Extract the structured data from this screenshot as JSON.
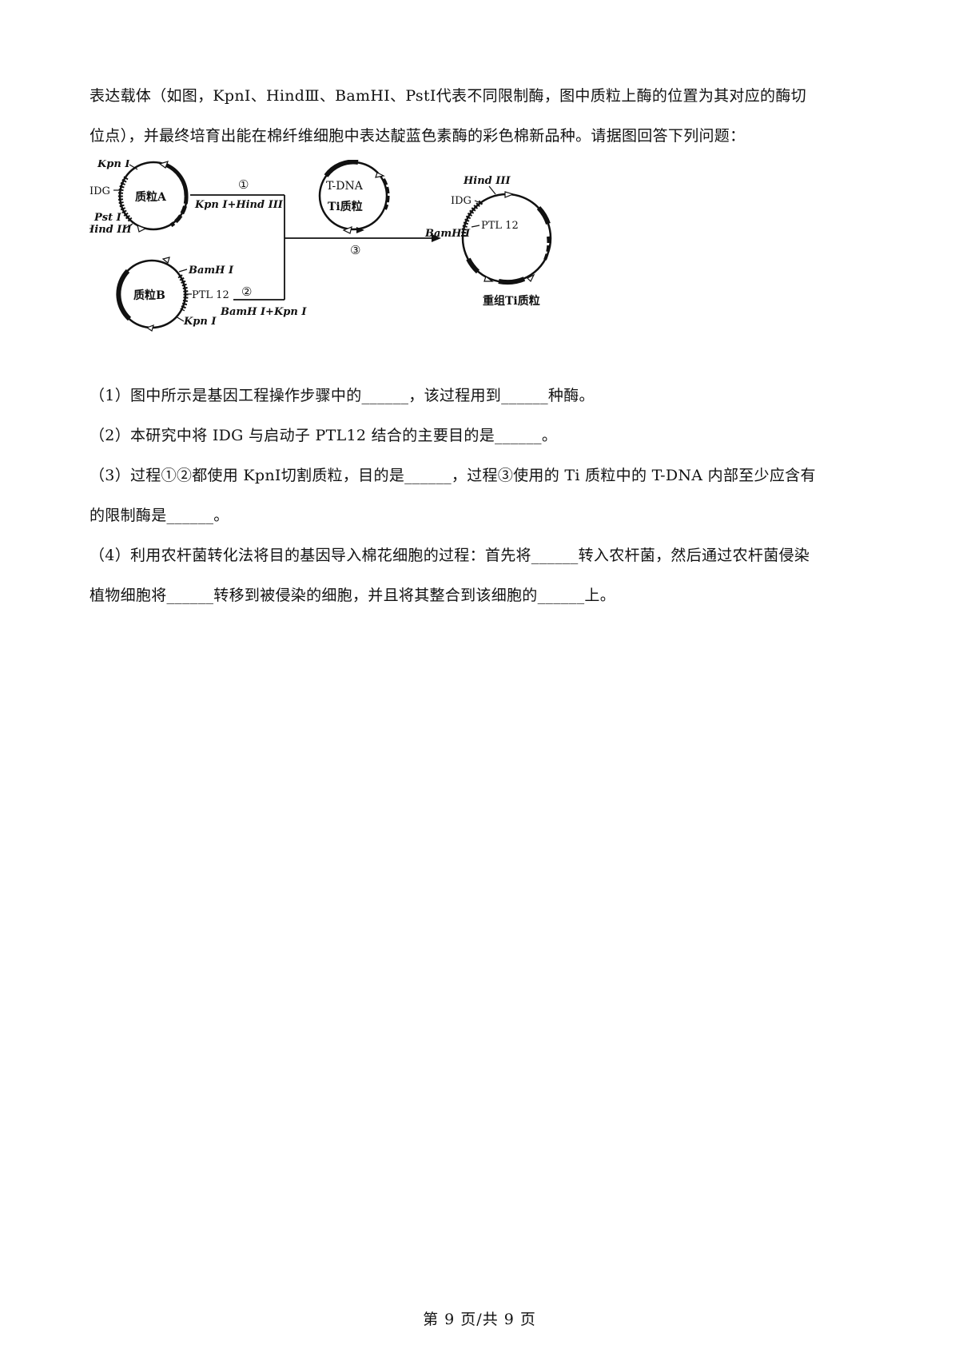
{
  "intro": {
    "line1": "表达载体（如图，KpnⅠ、HindⅢ、BamHⅠ、PstⅠ代表不同限制酶，图中质粒上酶的位置为其对应的酶切",
    "line2": "位点），并最终培育出能在棉纤维细胞中表达靛蓝色素酶的彩色棉新品种。请据图回答下列问题："
  },
  "figure": {
    "plasmid_a": {
      "name": "质粒A",
      "site_kpn": "Kpn I",
      "gene": "IDG",
      "site_pst": "Pst I",
      "site_hind": "Hind III"
    },
    "plasmid_b": {
      "name": "质粒B",
      "site_bam": "BamH I",
      "promoter": "PTL 12",
      "site_kpn": "Kpn I"
    },
    "ti_plasmid": {
      "line1": "T-DNA",
      "line2": "Ti质粒"
    },
    "recombinant": {
      "name": "重组Ti质粒",
      "site_hind": "Hind III",
      "gene": "IDG",
      "site_bam": "BamH I",
      "promoter": "PTL 12"
    },
    "step1": {
      "mark": "①",
      "enzymes": "Kpn I+Hind III"
    },
    "step2": {
      "mark": "②",
      "enzymes": "BamH I+Kpn I"
    },
    "step3": {
      "mark": "③"
    }
  },
  "questions": {
    "q1": "（1）图中所示是基因工程操作步骤中的______，该过程用到______种酶。",
    "q2": "（2）本研究中将 IDG 与启动子 PTL12 结合的主要目的是______。",
    "q3_line1": "（3）过程①②都使用 KpnⅠ切割质粒，目的是______，过程③使用的 Ti 质粒中的 T-DNA 内部至少应含有",
    "q3_line2": "的限制酶是______。",
    "q4_line1": "（4）利用农杆菌转化法将目的基因导入棉花细胞的过程：首先将______转入农杆菌，然后通过农杆菌侵染",
    "q4_line2": "植物细胞将______转移到被侵染的细胞，并且将其整合到该细胞的______上。"
  },
  "footer": {
    "page": "第 9 页/共 9 页"
  }
}
